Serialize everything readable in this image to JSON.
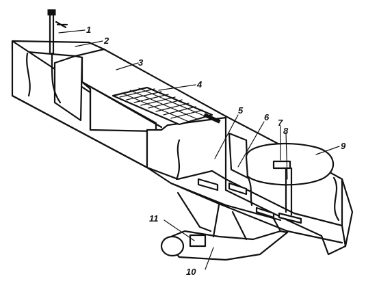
{
  "diagram": {
    "callouts": [
      {
        "id": "1",
        "text": "1"
      },
      {
        "id": "2",
        "text": "2"
      },
      {
        "id": "3",
        "text": "3"
      },
      {
        "id": "4",
        "text": "4"
      },
      {
        "id": "5",
        "text": "5"
      },
      {
        "id": "6",
        "text": "6"
      },
      {
        "id": "7",
        "text": "7"
      },
      {
        "id": "8",
        "text": "8"
      },
      {
        "id": "9",
        "text": "9"
      },
      {
        "id": "10",
        "text": "10"
      },
      {
        "id": "11",
        "text": "11"
      }
    ],
    "colors": {
      "ink": "#111111",
      "paper": "#ffffff"
    }
  }
}
